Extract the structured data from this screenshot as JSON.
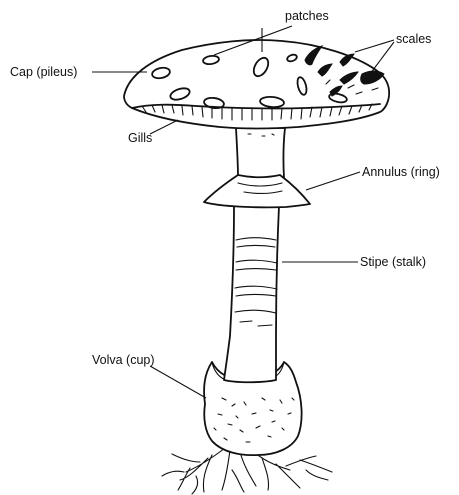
{
  "diagram": {
    "labels": {
      "cap": "Cap (pileus)",
      "patches": "patches",
      "scales": "scales",
      "gills": "Gills",
      "annulus": "Annulus (ring)",
      "stipe": "Stipe (stalk)",
      "volva": "Volva (cup)"
    },
    "colors": {
      "ink": "#111111",
      "background": "#ffffff"
    }
  }
}
